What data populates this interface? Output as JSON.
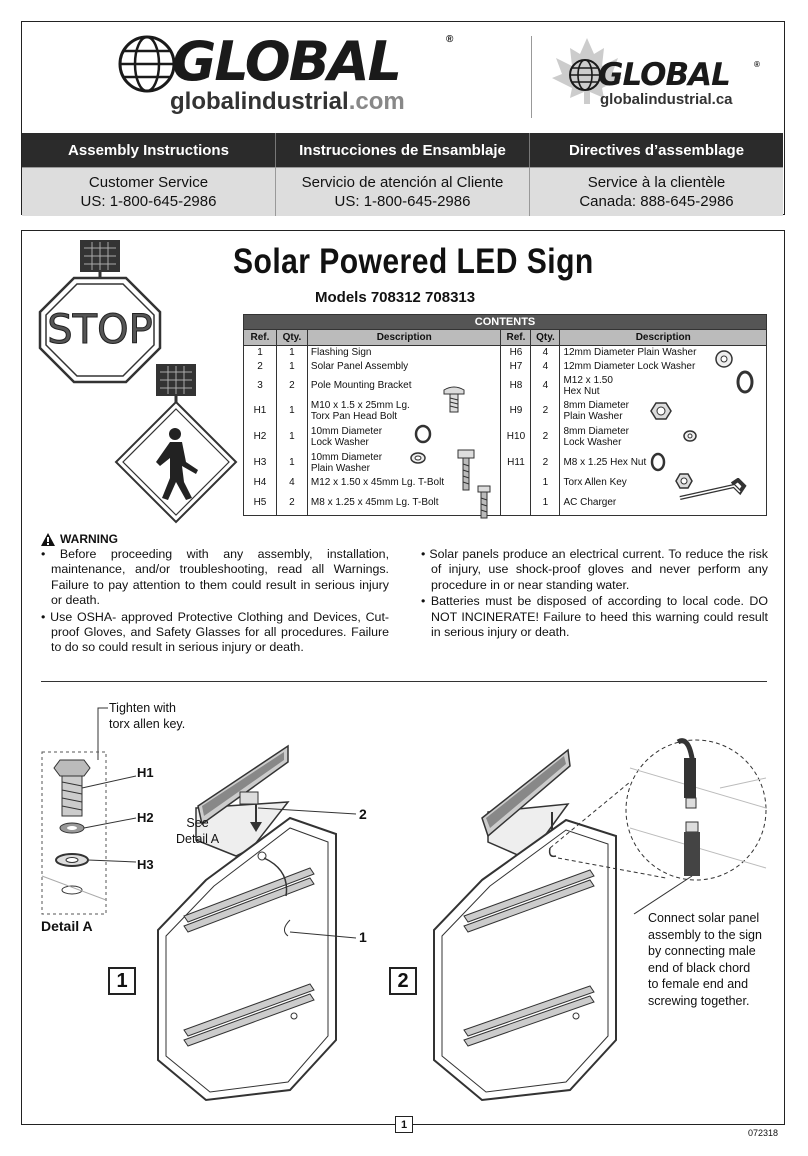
{
  "header": {
    "logo_left_word": "GLOBAL",
    "logo_left_sub": "globalindustrial",
    "logo_left_tld": ".com",
    "logo_right_word": "GLOBAL",
    "logo_right_sub": "globalindustrial.ca",
    "registered": "®",
    "bands": [
      "Assembly Instructions",
      "Instrucciones de Ensamblaje",
      "Directives d’assemblage"
    ],
    "customer_service": [
      {
        "line1": "Customer Service",
        "line2": "US: 1-800-645-2986"
      },
      {
        "line1": "Servicio de atención al Cliente",
        "line2": "US: 1-800-645-2986"
      },
      {
        "line1": "Service à la clientèle",
        "line2": "Canada: 888-645-2986"
      }
    ]
  },
  "product": {
    "title": "Solar Powered LED Sign",
    "models": "Models 708312  708313",
    "stop_text": "STOP"
  },
  "contents": {
    "caption": "CONTENTS",
    "headers": [
      "Ref.",
      "Qty.",
      "Description",
      "Ref.",
      "Qty.",
      "Description"
    ],
    "left": [
      {
        "ref": "1",
        "qty": "1",
        "desc": "Flashing Sign",
        "desc2": ""
      },
      {
        "ref": "2",
        "qty": "1",
        "desc": "Solar Panel Assembly",
        "desc2": ""
      },
      {
        "ref": "3",
        "qty": "2",
        "desc": "Pole Mounting Bracket",
        "desc2": ""
      },
      {
        "ref": "H1",
        "qty": "1",
        "desc": "M10 x 1.5 x 25mm Lg.",
        "desc2": "Torx Pan Head Bolt"
      },
      {
        "ref": "H2",
        "qty": "1",
        "desc": "10mm Diameter",
        "desc2": "Lock Washer"
      },
      {
        "ref": "H3",
        "qty": "1",
        "desc": "10mm Diameter",
        "desc2": "Plain Washer"
      },
      {
        "ref": "H4",
        "qty": "4",
        "desc": "M12 x 1.50 x 45mm Lg. T-Bolt",
        "desc2": ""
      },
      {
        "ref": "H5",
        "qty": "2",
        "desc": "M8 x 1.25 x 45mm Lg. T-Bolt",
        "desc2": ""
      }
    ],
    "right": [
      {
        "ref": "H6",
        "qty": "4",
        "desc": "12mm Diameter Plain Washer",
        "desc2": ""
      },
      {
        "ref": "H7",
        "qty": "4",
        "desc": "12mm Diameter Lock Washer",
        "desc2": ""
      },
      {
        "ref": "H8",
        "qty": "4",
        "desc": "M12 x 1.50",
        "desc2": "Hex Nut"
      },
      {
        "ref": "H9",
        "qty": "2",
        "desc": "8mm Diameter",
        "desc2": "Plain Washer"
      },
      {
        "ref": "H10",
        "qty": "2",
        "desc": "8mm Diameter",
        "desc2": "Lock Washer"
      },
      {
        "ref": "H11",
        "qty": "2",
        "desc": "M8 x 1.25 Hex Nut",
        "desc2": ""
      },
      {
        "ref": "",
        "qty": "1",
        "desc": "Torx Allen Key",
        "desc2": ""
      },
      {
        "ref": "",
        "qty": "1",
        "desc": "AC Charger",
        "desc2": ""
      }
    ]
  },
  "warning": {
    "heading": "WARNING",
    "left": [
      "Before proceeding with any assembly, installation, maintenance, and/or troubleshooting, read all Warnings. Failure to pay attention to them could result in serious injury or death.",
      "Use OSHA- approved Protective Clothing and Devices, Cut-proof Gloves, and Safety Glasses for all procedures. Failure to do so could result in serious injury or death."
    ],
    "right": [
      "Solar panels produce an electrical current. To reduce the risk of injury, use shock-proof gloves and never perform any procedure in or near standing water.",
      "Batteries must be disposed of according to local code. DO NOT INCINERATE! Failure to heed this warning could result in serious injury or death."
    ]
  },
  "diagram": {
    "tighten_line1": "Tighten with",
    "tighten_line2": "torx allen key.",
    "labels": {
      "h1": "H1",
      "h2": "H2",
      "h3": "H3"
    },
    "detail_a": "Detail A",
    "see_line1": "See",
    "see_line2": "Detail A",
    "ref_2": "2",
    "ref_1": "1",
    "step1": "1",
    "step2": "2",
    "connect": [
      "Connect solar panel",
      "assembly to the sign",
      "by connecting male",
      "end of black chord",
      "to female end and",
      "screwing together."
    ]
  },
  "footer": {
    "page": "1",
    "code": "072318"
  }
}
